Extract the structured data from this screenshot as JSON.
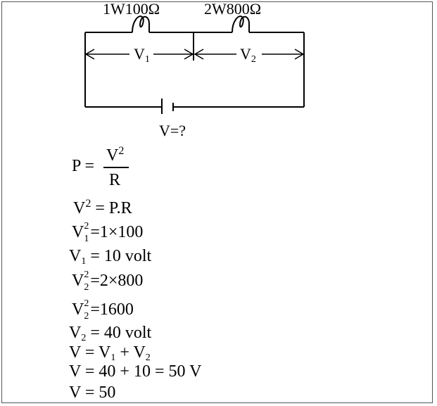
{
  "circuit": {
    "resistor1_label": "1W100Ω",
    "resistor2_label": "2W800Ω",
    "v1_main": "V",
    "v1_sub": "1",
    "v2_main": "V",
    "v2_sub": "2",
    "source_label": "V=?"
  },
  "formula": {
    "p_lhs": "P =",
    "num_base": "V",
    "num_exp": "2",
    "den": "R"
  },
  "lines": {
    "l2_base": "V",
    "l2_exp": "2",
    "l2_rhs": "= P.R",
    "l3_base": "V",
    "l3_exp": "2",
    "l3_sub": "1",
    "l3_rhs": "=1×100",
    "l4_base": "V",
    "l4_sub": "1",
    "l4_rhs": "= 10 volt",
    "l5_base": "V",
    "l5_exp": "2",
    "l5_sub": "2",
    "l5_rhs": "=2×800",
    "l6_base": "V",
    "l6_exp": "2",
    "l6_sub": "2",
    "l6_rhs": "=1600",
    "l7_base": "V",
    "l7_sub": "2",
    "l7_rhs": "= 40 volt",
    "l8_lhs": "V = V",
    "l8_sub1": "1",
    "l8_mid": " + V",
    "l8_sub2": "2",
    "l9_text": "V = 40 + 10 = 50 V",
    "l10_text": "V = 50"
  }
}
